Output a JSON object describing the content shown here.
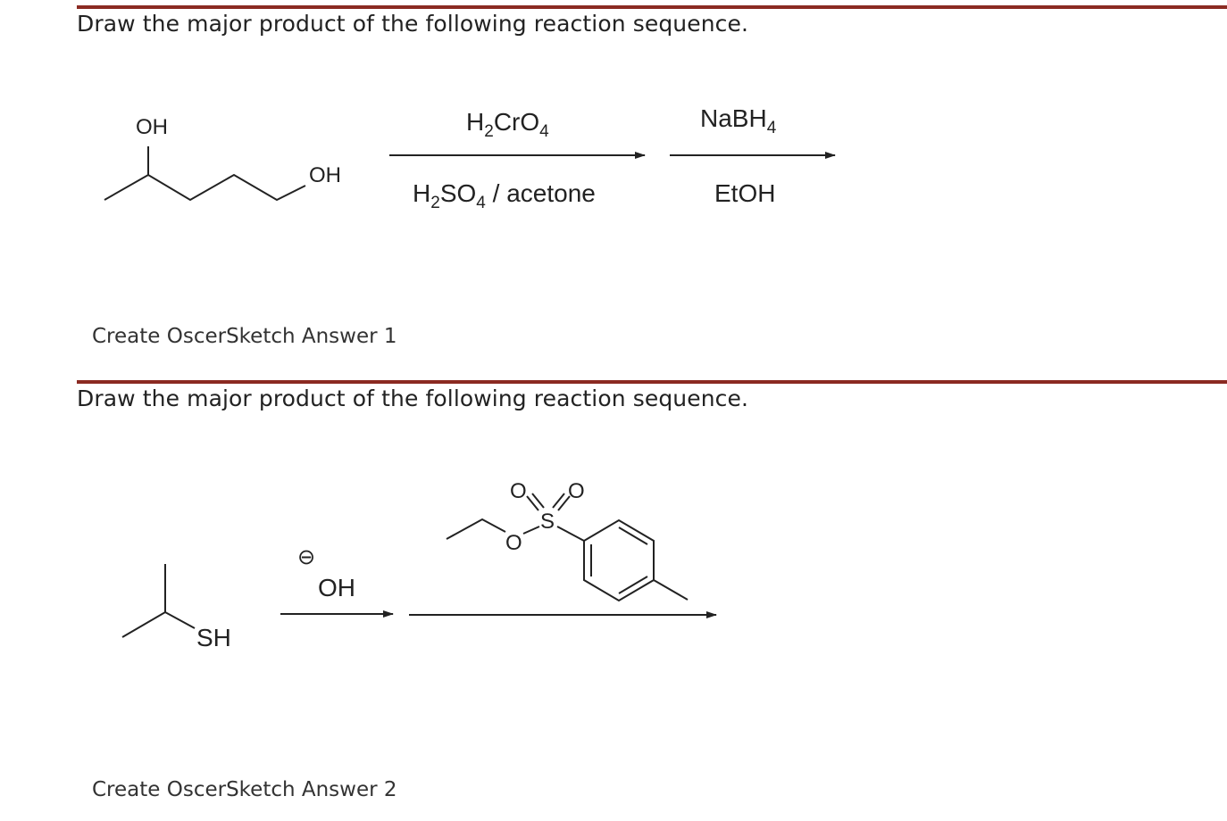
{
  "question1": {
    "prompt": "Draw the major product of the following reaction sequence.",
    "substrate_labels": {
      "top_oh": "OH",
      "end_oh": "OH"
    },
    "step1": {
      "above": {
        "base1": "H",
        "sub1": "2",
        "base2": "CrO",
        "sub2": "4"
      },
      "below": {
        "base1": "H",
        "sub1": "2",
        "base2": "SO",
        "sub2": "4",
        "tail": " / acetone"
      }
    },
    "step2": {
      "above": {
        "base": "NaBH",
        "sub": "4"
      },
      "below": "EtOH"
    },
    "answer_link": "Create OscerSketch Answer 1"
  },
  "question2": {
    "prompt": "Draw the major product of the following reaction sequence.",
    "substrate_labels": {
      "sh": "SH"
    },
    "reagent1": {
      "charge": "⊖",
      "oh": "OH"
    },
    "tosylate_labels": {
      "o_ester": "O",
      "s": "S",
      "o1": "O",
      "o2": "O"
    },
    "answer_link": "Create OscerSketch Answer 2"
  },
  "colors": {
    "rule": "#8b2a22",
    "text": "#222222",
    "link": "#333333",
    "bond": "#222222"
  }
}
